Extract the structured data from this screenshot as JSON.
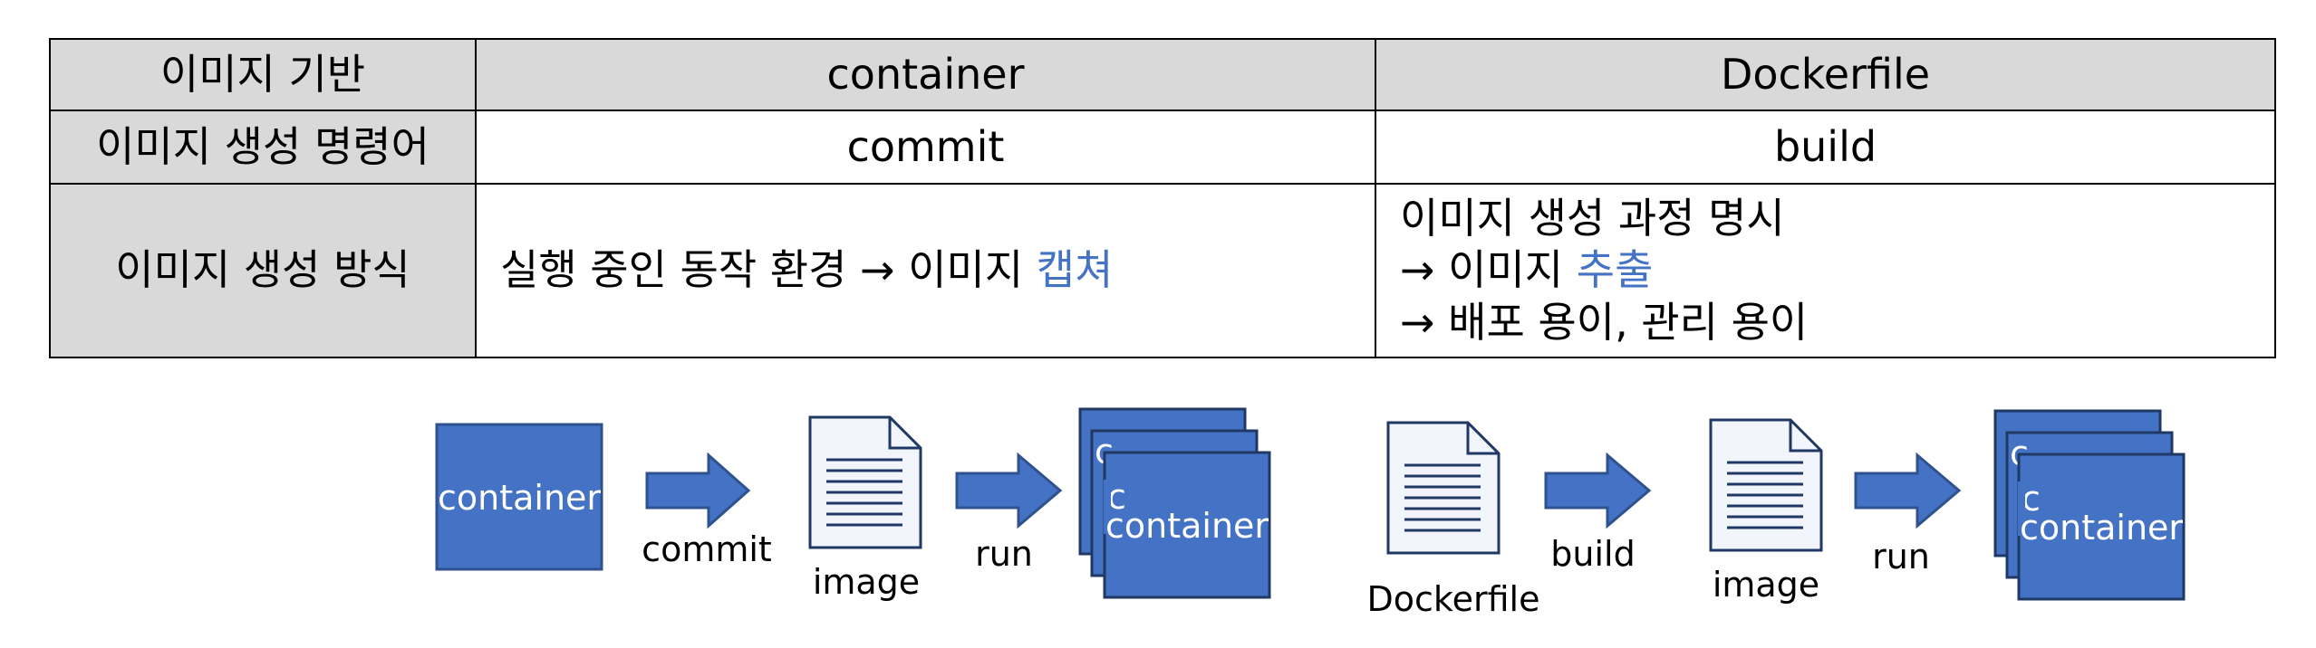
{
  "colors": {
    "box_fill": "#4472c4",
    "box_stroke": "#2f528f",
    "header_bg": "#d9d9d9",
    "highlight": "#4472c4",
    "doc_fill": "#f2f5fb",
    "doc_stroke": "#1f3864"
  },
  "table": {
    "header": {
      "label": "이미지 기반",
      "col1": "container",
      "col2": "Dockerfile"
    },
    "row_command": {
      "label": "이미지 생성 명령어",
      "col1": "commit",
      "col2": "build"
    },
    "row_method": {
      "label": "이미지 생성 방식",
      "col1_text": "실행 중인 동작 환경 → 이미지 ",
      "col1_highlight": "캡쳐",
      "col2_line1": "이미지 생성 과정 명시",
      "col2_line2_text": "→ 이미지 ",
      "col2_line2_highlight": "추출",
      "col2_line3": "→ 배포 용이, 관리 용이"
    }
  },
  "diagram_left": {
    "source_box": "container",
    "step1": "commit",
    "doc_caption": "image",
    "step2": "run",
    "stack_back_letter1": "c",
    "stack_back_letter2": "c",
    "stack_front": "container"
  },
  "diagram_right": {
    "doc1_caption": "Dockerfile",
    "step1": "build",
    "doc2_caption": "image",
    "step2": "run",
    "stack_back_letter1": "c",
    "stack_back_letter2": "c",
    "stack_front": "container"
  },
  "icons": {
    "arrow": "right-block-arrow",
    "document": "document-icon",
    "stack": "stacked-containers"
  }
}
